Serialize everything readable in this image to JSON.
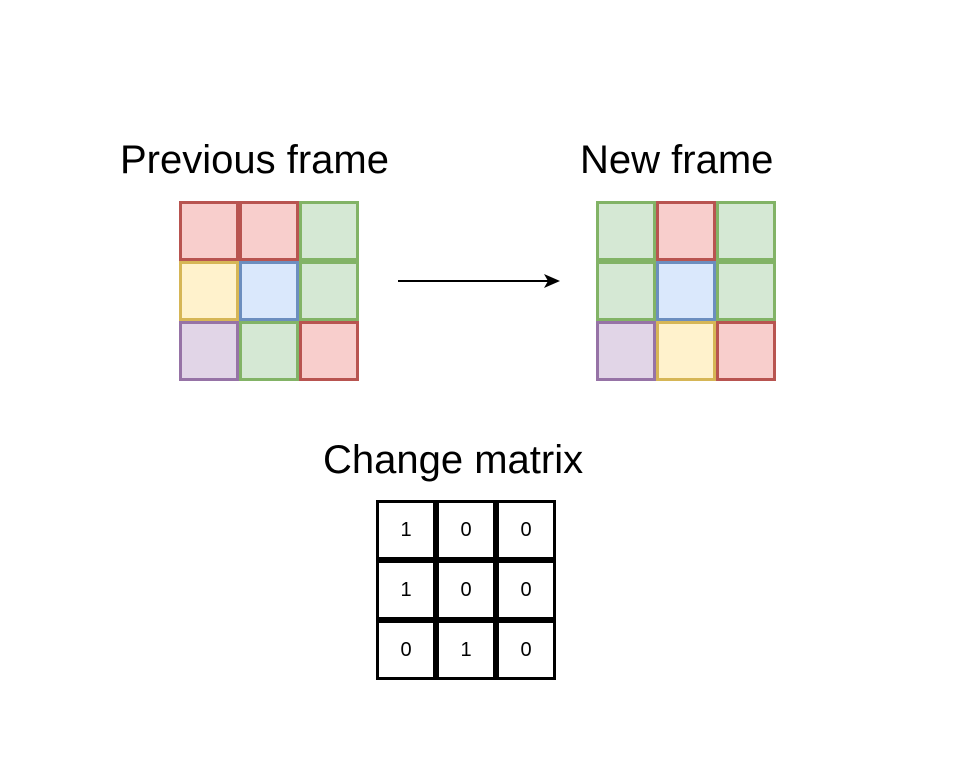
{
  "titles": {
    "previous_frame": "Previous frame",
    "new_frame": "New frame",
    "change_matrix": "Change matrix"
  },
  "palette": {
    "red": {
      "fill": "#f8cecc",
      "stroke": "#b85450"
    },
    "green": {
      "fill": "#d5e8d4",
      "stroke": "#82b366"
    },
    "yellow": {
      "fill": "#fff2cc",
      "stroke": "#d6b656"
    },
    "blue": {
      "fill": "#dae8fc",
      "stroke": "#6c8ebf"
    },
    "purple": {
      "fill": "#e1d5e7",
      "stroke": "#9673a6"
    }
  },
  "previous_frame": [
    [
      "red",
      "red",
      "green"
    ],
    [
      "yellow",
      "blue",
      "green"
    ],
    [
      "purple",
      "green",
      "red"
    ]
  ],
  "new_frame": [
    [
      "green",
      "red",
      "green"
    ],
    [
      "green",
      "blue",
      "green"
    ],
    [
      "purple",
      "yellow",
      "red"
    ]
  ],
  "change_matrix": [
    [
      "1",
      "0",
      "0"
    ],
    [
      "1",
      "0",
      "0"
    ],
    [
      "0",
      "1",
      "0"
    ]
  ]
}
